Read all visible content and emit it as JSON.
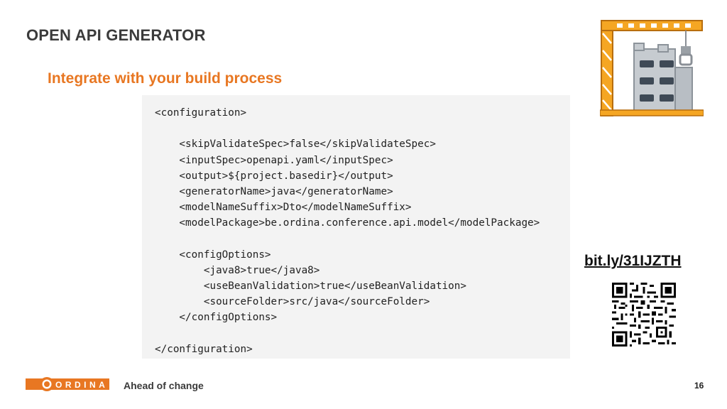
{
  "slide": {
    "title": "OPEN API GENERATOR",
    "subtitle": "Integrate with your build process",
    "page_number": "16"
  },
  "code": {
    "lines": [
      "<configuration>",
      "",
      "    <skipValidateSpec>false</skipValidateSpec>",
      "    <inputSpec>openapi.yaml</inputSpec>",
      "    <output>${project.basedir}</output>",
      "    <generatorName>java</generatorName>",
      "    <modelNameSuffix>Dto</modelNameSuffix>",
      "    <modelPackage>be.ordina.conference.api.model</modelPackage>",
      "",
      "    <configOptions>",
      "        <java8>true</java8>",
      "        <useBeanValidation>true</useBeanValidation>",
      "        <sourceFolder>src/java</sourceFolder>",
      "    </configOptions>",
      "",
      "</configuration>"
    ]
  },
  "link": {
    "text": "bit.ly/31IJZTH"
  },
  "footer": {
    "brand": "ORDINA",
    "tagline": "Ahead of change"
  },
  "icons": {
    "illustration": "building-construction-icon",
    "qr": "qr-code",
    "logo": "ordina-logo"
  },
  "colors": {
    "accent": "#e87722",
    "title": "#3b3b3b",
    "code_bg": "#f3f3f3"
  }
}
